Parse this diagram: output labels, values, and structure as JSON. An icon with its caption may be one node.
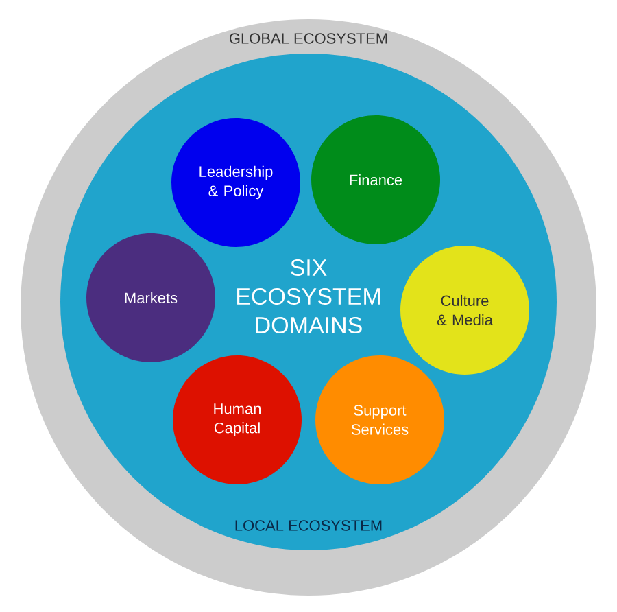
{
  "diagram": {
    "nodes": [
      {
        "text": [
          "GLOBAL ECOSYSTEM"
        ]
      },
      {
        "text": [
          "SIX ECOSYSTEM DOMAINS",
          "LOCAL ECOSYSTEM"
        ],
        "in": 0
      },
      {
        "text": [
          "Leadership & Policy"
        ],
        "in": 1
      },
      {
        "text": [
          "Finance"
        ],
        "in": 1
      },
      {
        "text": [
          "Markets"
        ],
        "in": 1
      },
      {
        "text": [
          "Culture & Media"
        ],
        "in": 1
      },
      {
        "text": [
          "Human Capital"
        ],
        "in": 1
      },
      {
        "text": [
          "Support Services"
        ],
        "in": 1
      }
    ]
  }
}
